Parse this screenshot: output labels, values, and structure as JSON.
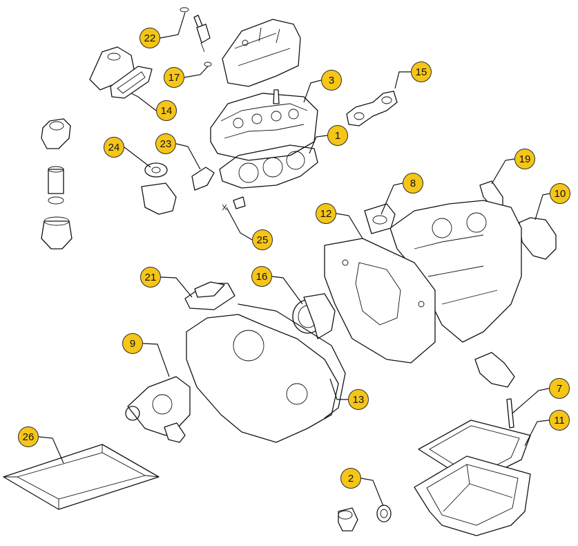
{
  "diagram": {
    "accent_color": "#f5c518",
    "callouts": [
      {
        "id": "c22",
        "label": "22"
      },
      {
        "id": "c17",
        "label": "17"
      },
      {
        "id": "c3",
        "label": "3"
      },
      {
        "id": "c15",
        "label": "15"
      },
      {
        "id": "c14",
        "label": "14"
      },
      {
        "id": "c1",
        "label": "1"
      },
      {
        "id": "c24",
        "label": "24"
      },
      {
        "id": "c23",
        "label": "23"
      },
      {
        "id": "c19",
        "label": "19"
      },
      {
        "id": "c8",
        "label": "8"
      },
      {
        "id": "c10",
        "label": "10"
      },
      {
        "id": "c12",
        "label": "12"
      },
      {
        "id": "c25",
        "label": "25"
      },
      {
        "id": "c21",
        "label": "21"
      },
      {
        "id": "c16",
        "label": "16"
      },
      {
        "id": "c9",
        "label": "9"
      },
      {
        "id": "c13",
        "label": "13"
      },
      {
        "id": "c7",
        "label": "7"
      },
      {
        "id": "c11",
        "label": "11"
      },
      {
        "id": "c26",
        "label": "26"
      },
      {
        "id": "c2",
        "label": "2"
      }
    ]
  }
}
